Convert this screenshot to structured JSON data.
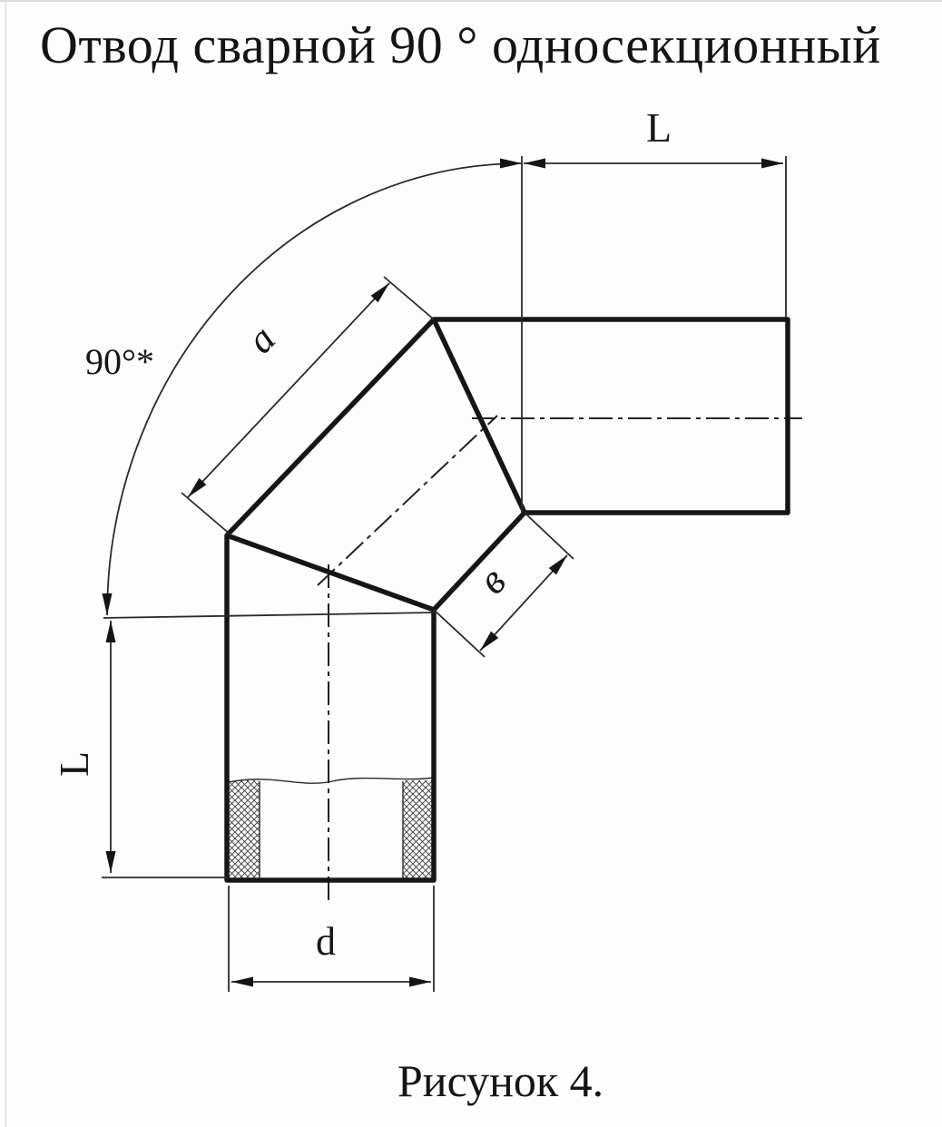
{
  "title": "Отвод сварной 90 ° односекционный",
  "figure_caption": "Рисунок 4.",
  "labels": {
    "angle": "90°*",
    "length_top": "L",
    "length_left": "L",
    "section_long_edge": "a",
    "section_short_edge": "в",
    "diameter": "d"
  }
}
